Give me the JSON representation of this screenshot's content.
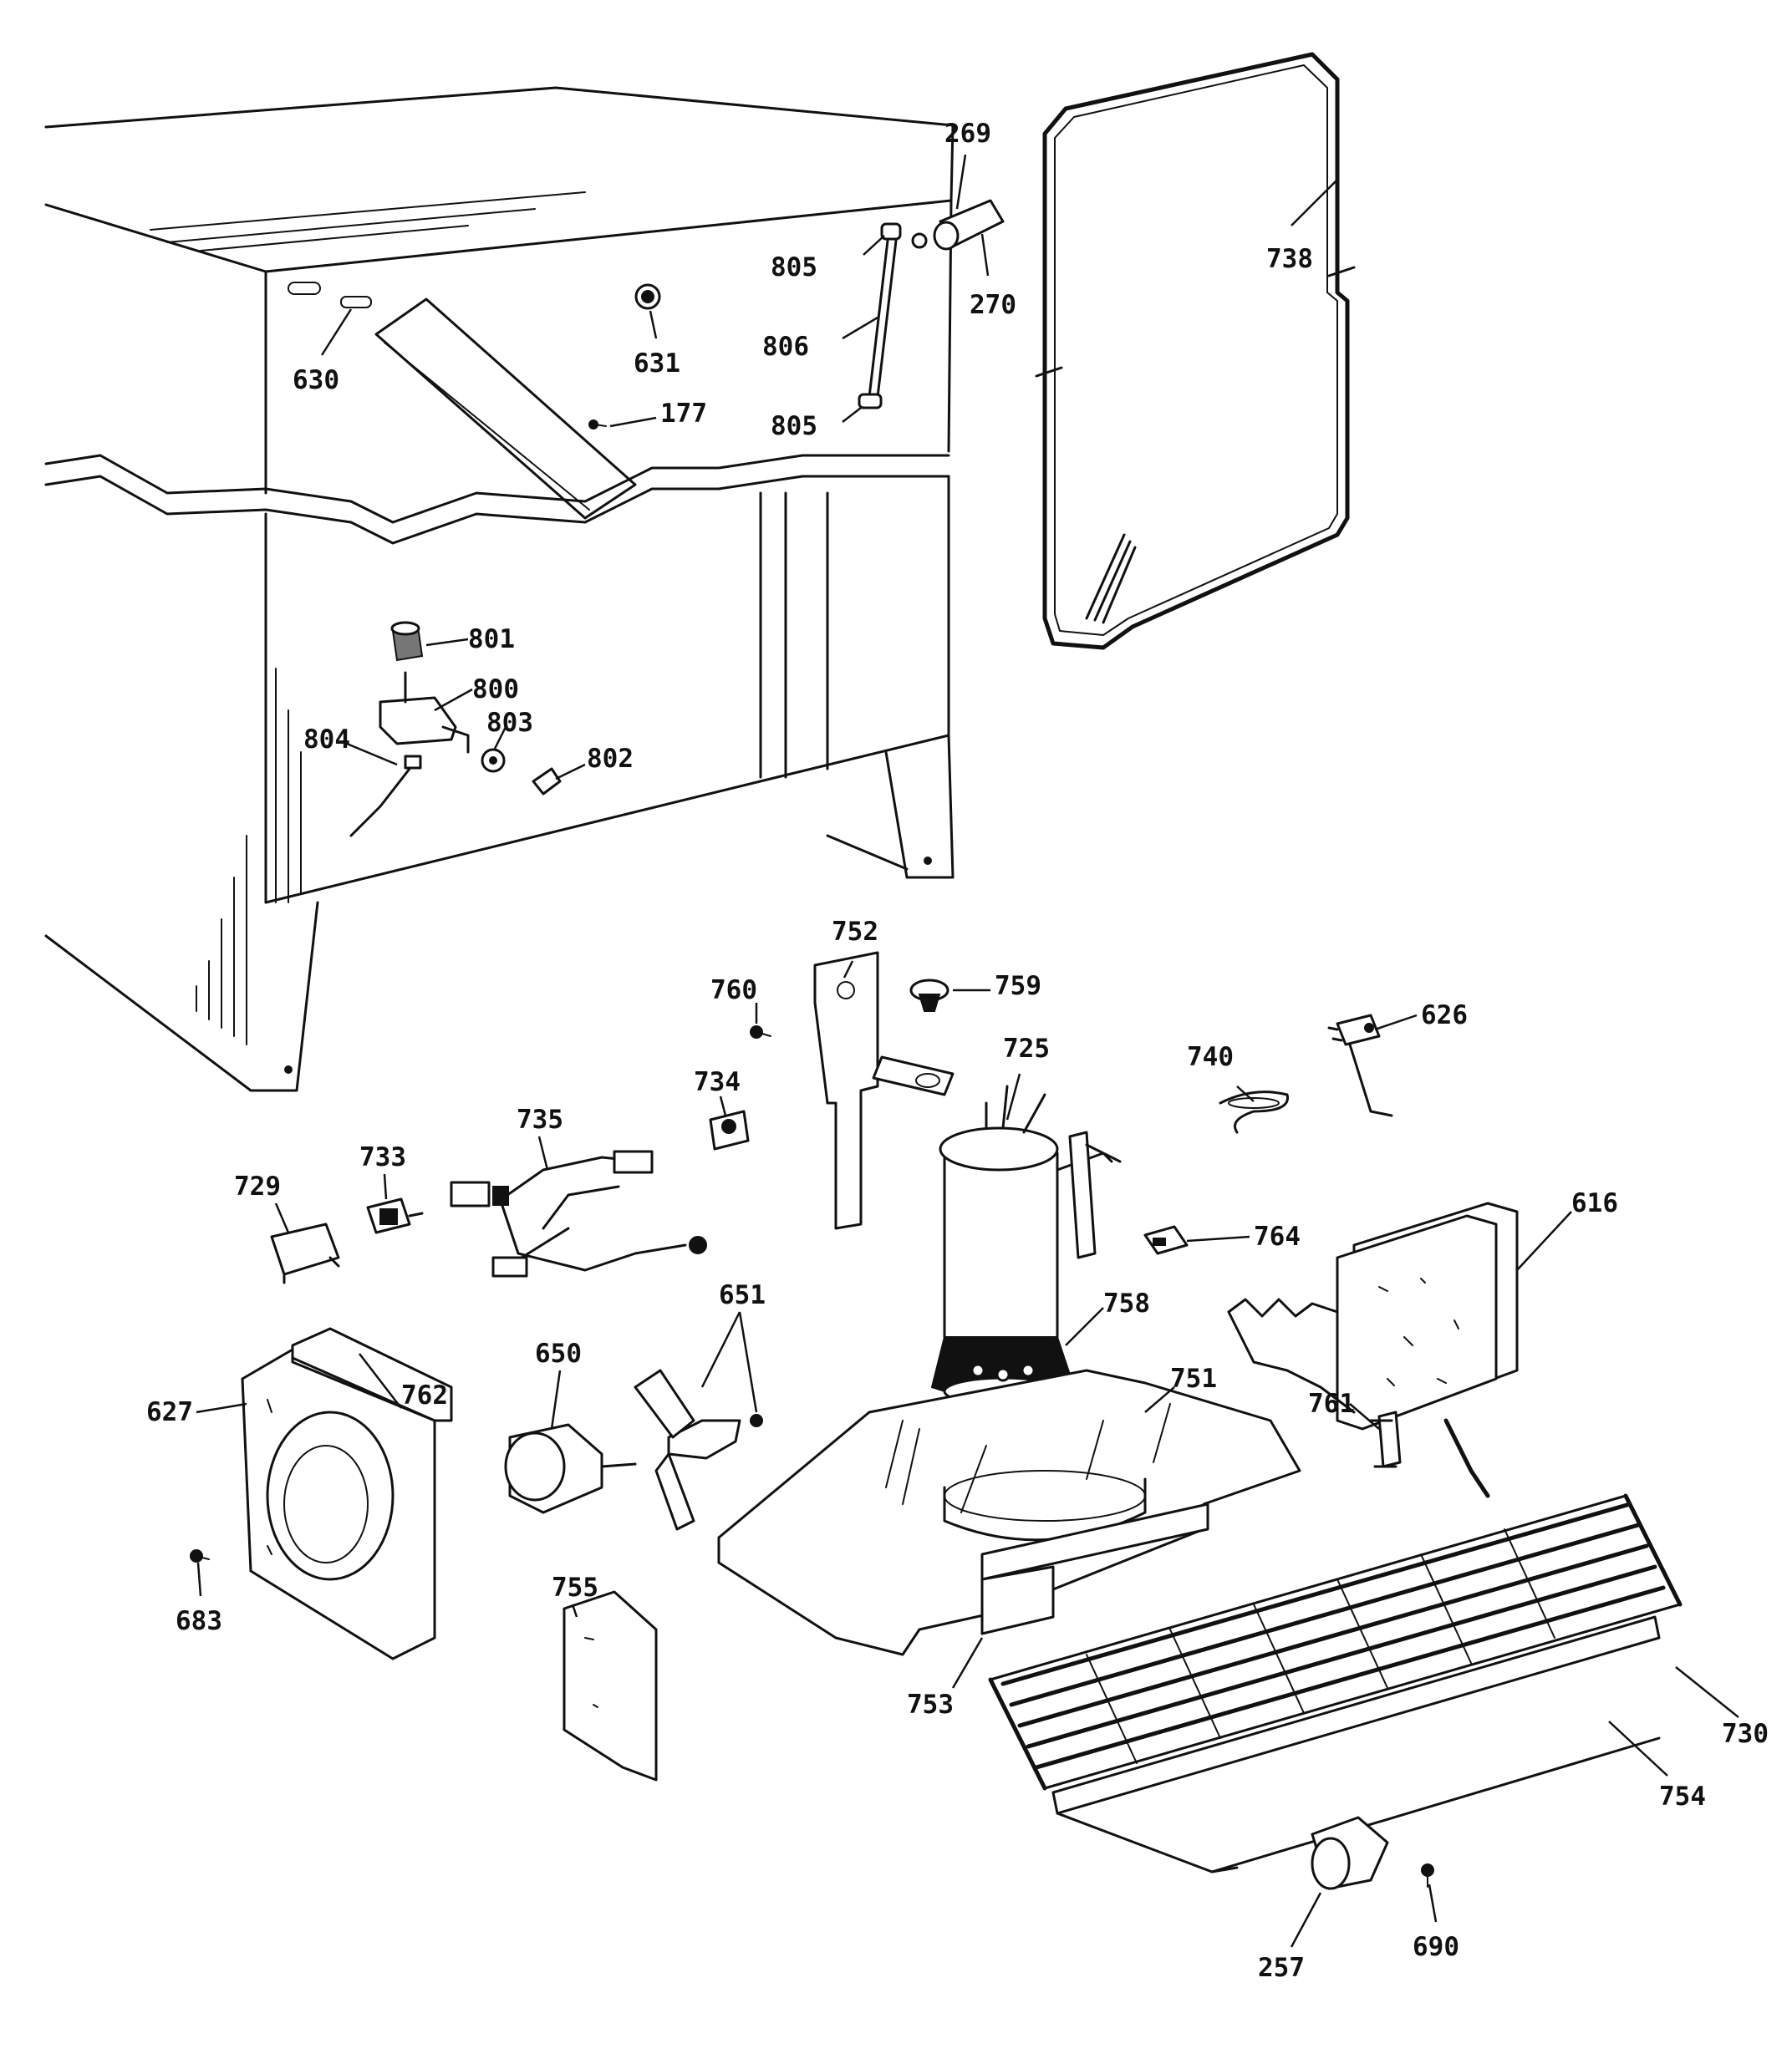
{
  "diagram": {
    "labels": [
      "269",
      "270",
      "738",
      "805",
      "806",
      "805",
      "630",
      "631",
      "177",
      "801",
      "800",
      "804",
      "803",
      "802",
      "752",
      "760",
      "759",
      "725",
      "740",
      "626",
      "734",
      "735",
      "733",
      "729",
      "764",
      "616",
      "651",
      "650",
      "758",
      "751",
      "762",
      "627",
      "761",
      "683",
      "755",
      "753",
      "730",
      "754",
      "257",
      "690"
    ]
  }
}
